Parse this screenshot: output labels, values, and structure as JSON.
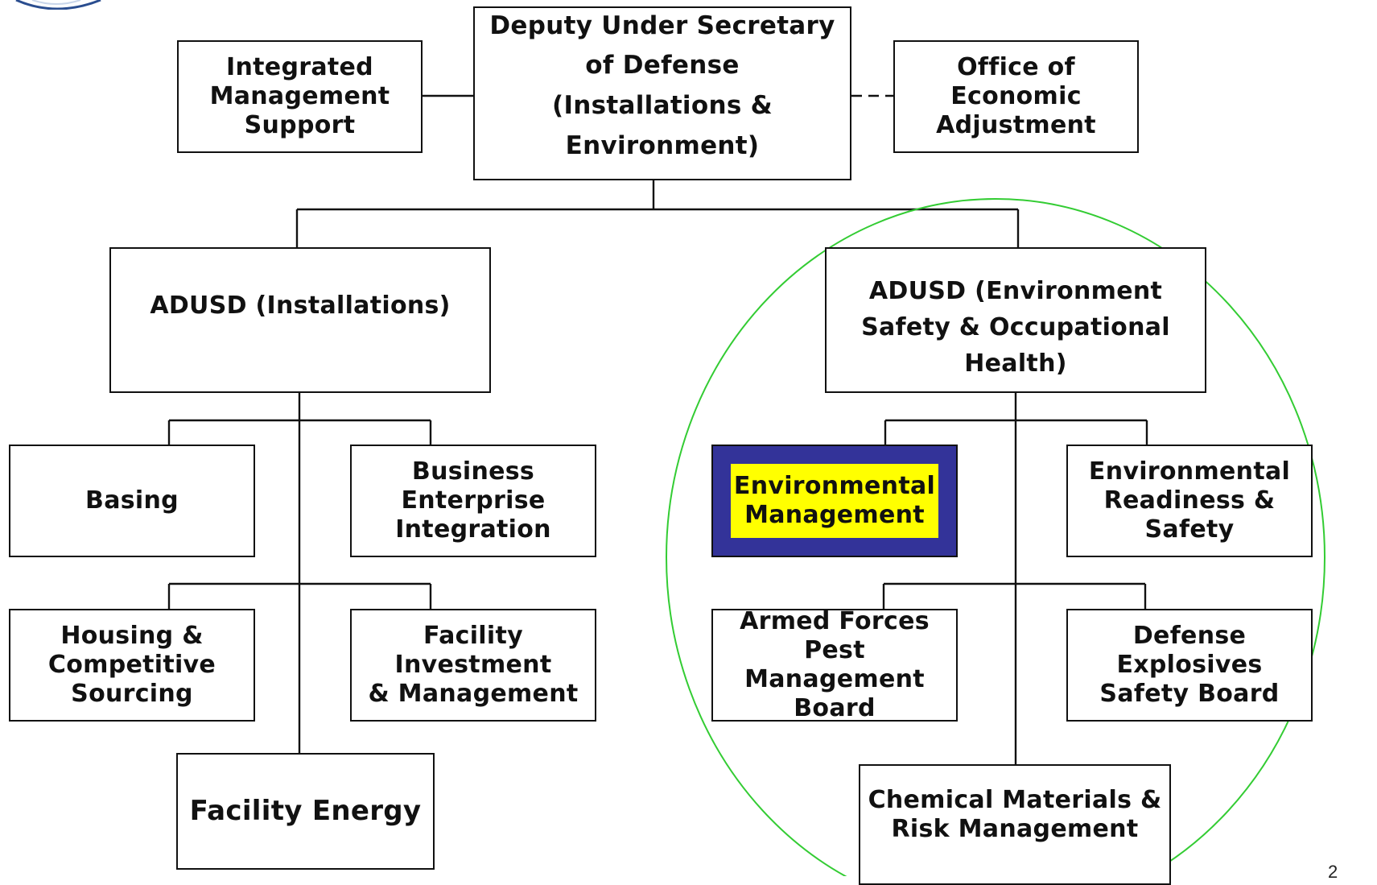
{
  "colors": {
    "line": "#111111",
    "circle": "#33cc33",
    "highlight_bg": "#ffff00",
    "highlight_border": "#333399"
  },
  "boxes": {
    "dusd": "Deputy Under Secretary\nof Defense\n(Installations & Environment)",
    "ims": "Integrated\nManagement\nSupport",
    "oea": "Office of\nEconomic\nAdjustment",
    "adusd_i": "ADUSD (Installations)",
    "adusd_e": "ADUSD (Environment\nSafety & Occupational Health)",
    "basing": "Basing",
    "bei": "Business\nEnterprise\nIntegration",
    "housing": "Housing &\nCompetitive\nSourcing",
    "fim": "Facility Investment\n& Management",
    "energy": "Facility Energy",
    "env_mgmt": "Environmental\nManagement",
    "ers": "Environmental\nReadiness & Safety",
    "afpmb": "Armed Forces\nPest Management\nBoard",
    "desb": "Defense Explosives\nSafety Board",
    "cmrm": "Chemical Materials &\nRisk Management"
  },
  "page_number": "2",
  "logo": "seal-logo"
}
